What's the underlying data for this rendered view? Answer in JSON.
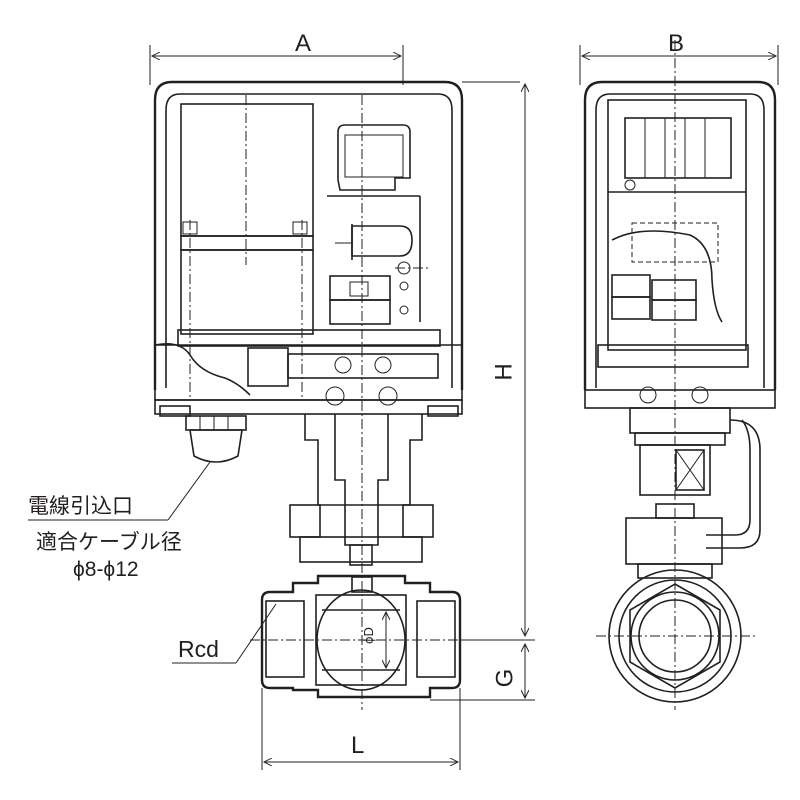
{
  "drawing": {
    "title_hidden": "",
    "dimensions": {
      "A": "A",
      "B": "B",
      "H": "H",
      "G": "G",
      "L": "L",
      "D": "ϕD"
    },
    "callouts": {
      "cable_entry": "電線引込口",
      "cable_size_label": "適合ケーブル径",
      "cable_size_value": "ϕ8-ϕ12",
      "thread": "Rcd"
    },
    "colors": {
      "line": "#231f20",
      "background": "#ffffff"
    }
  }
}
